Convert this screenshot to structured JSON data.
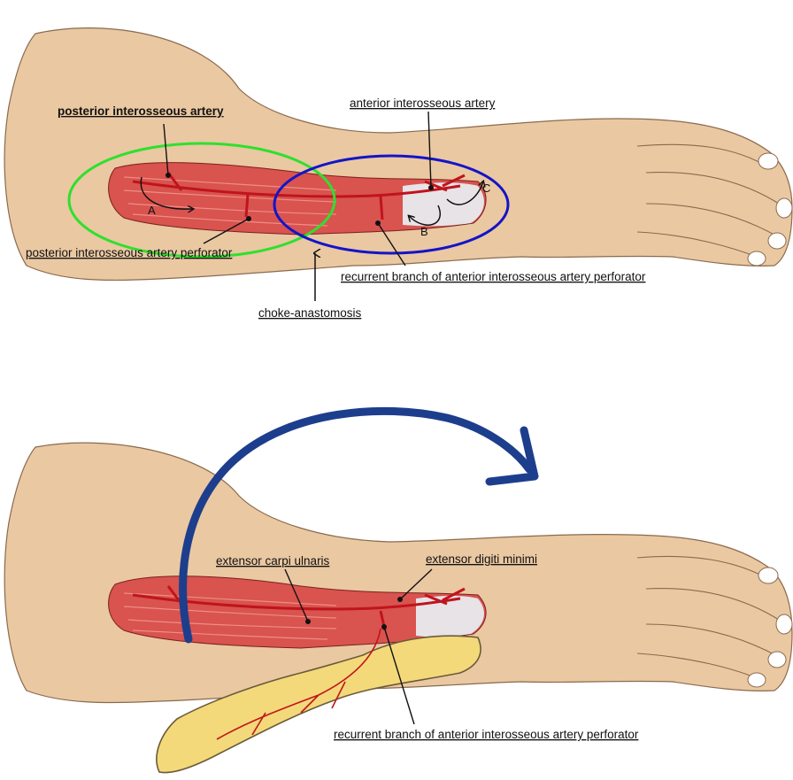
{
  "colors": {
    "skin": "#EAC8A2",
    "skin_outline": "#8A6A4E",
    "muscle": "#D9534F",
    "muscle_light": "#EE8E86",
    "tendon": "#E8EBEF",
    "vessel": "#C0141C",
    "fat": "#F3D97A",
    "fat_outline": "#6B5B3A",
    "green_ring": "#2EE02E",
    "blue_ring": "#1414C8",
    "arc_arrow": "#1D3E8C"
  },
  "top_panel": {
    "labels": {
      "posterior_artery": "posterior interosseous artery",
      "anterior_artery": "anterior interosseous artery",
      "posterior_perforator": "posterior interosseous artery perforator",
      "recurrent_branch": "recurrent branch of anterior interosseous artery perforator",
      "choke": "choke-anastomosis"
    },
    "markers": {
      "a": "A",
      "b": "B",
      "c": "C"
    }
  },
  "bottom_panel": {
    "labels": {
      "ecu": "extensor carpi ulnaris",
      "edm": "extensor digiti minimi",
      "recurrent_branch": "recurrent branch of anterior interosseous artery perforator"
    }
  }
}
